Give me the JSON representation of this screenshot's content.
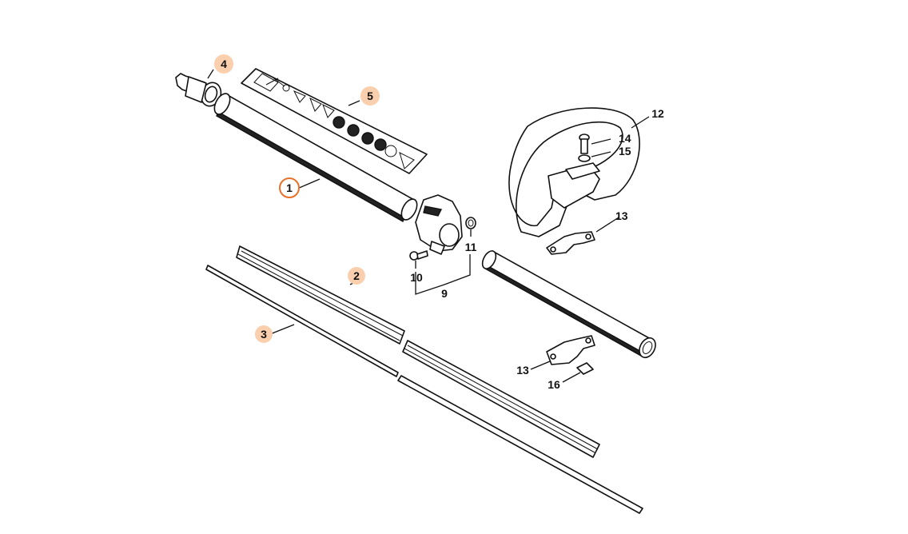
{
  "diagram": {
    "callouts": [
      {
        "id": "1",
        "label": "1",
        "style": "selected"
      },
      {
        "id": "2",
        "label": "2",
        "style": "highlight"
      },
      {
        "id": "3",
        "label": "3",
        "style": "highlight"
      },
      {
        "id": "4",
        "label": "4",
        "style": "highlight"
      },
      {
        "id": "5",
        "label": "5",
        "style": "highlight"
      },
      {
        "id": "9",
        "label": "9",
        "style": "plain"
      },
      {
        "id": "10",
        "label": "10",
        "style": "plain"
      },
      {
        "id": "11",
        "label": "11",
        "style": "plain"
      },
      {
        "id": "12",
        "label": "12",
        "style": "plain"
      },
      {
        "id": "13a",
        "label": "13",
        "style": "plain"
      },
      {
        "id": "13b",
        "label": "13",
        "style": "plain"
      },
      {
        "id": "14",
        "label": "14",
        "style": "plain"
      },
      {
        "id": "15",
        "label": "15",
        "style": "plain"
      },
      {
        "id": "16",
        "label": "16",
        "style": "plain"
      }
    ],
    "colors": {
      "highlight_fill": "#f9cfae",
      "selected_ring": "#e8712a",
      "ink": "#111111"
    }
  }
}
